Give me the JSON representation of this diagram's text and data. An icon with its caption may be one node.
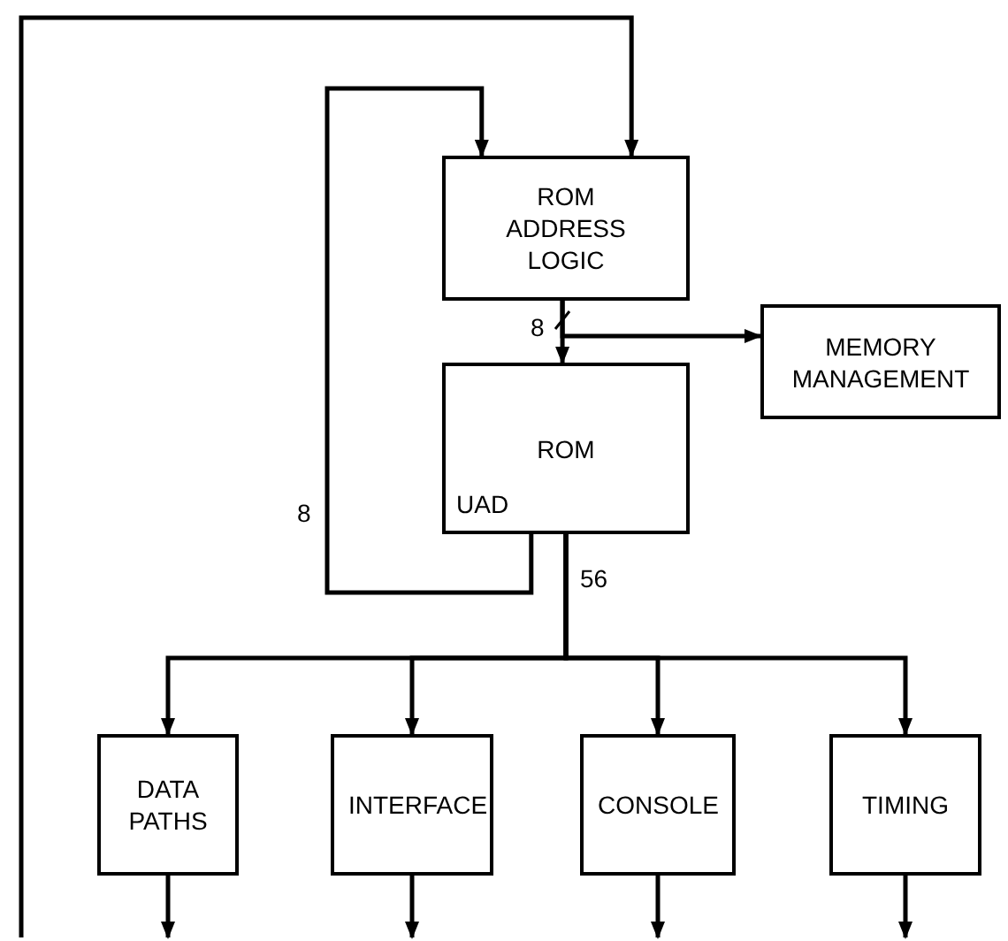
{
  "diagram": {
    "nodes": [
      {
        "text": [
          "ROM ADDRESS LOGIC"
        ]
      },
      {
        "text": [
          "MEMORY MANAGEMENT"
        ]
      },
      {
        "text": [
          "ROM",
          "UAD"
        ]
      },
      {
        "text": [
          "DATA PATHS"
        ]
      },
      {
        "text": [
          "INTERFACE"
        ]
      },
      {
        "text": [
          "CONSOLE"
        ]
      },
      {
        "text": [
          "TIMING"
        ]
      }
    ],
    "edges": [
      {
        "from": null,
        "to": 0,
        "arrow": "to"
      },
      {
        "from": 2,
        "to": 0,
        "arrow": "to",
        "label": "8"
      },
      {
        "from": 0,
        "to": 2,
        "arrow": "to",
        "label": "8"
      },
      {
        "from": 0,
        "to": 1,
        "arrow": "to"
      },
      {
        "from": 2,
        "to": 3,
        "arrow": "to"
      },
      {
        "from": 2,
        "to": 4,
        "arrow": "to"
      },
      {
        "from": 2,
        "to": 5,
        "arrow": "to"
      },
      {
        "from": 2,
        "to": 6,
        "arrow": "to"
      },
      {
        "from": 3,
        "to": null,
        "arrow": "to"
      },
      {
        "from": 4,
        "to": null,
        "arrow": "to"
      },
      {
        "from": 5,
        "to": null,
        "arrow": "to"
      },
      {
        "from": 6,
        "to": null,
        "arrow": "to"
      }
    ],
    "labels": [
      "56"
    ]
  }
}
